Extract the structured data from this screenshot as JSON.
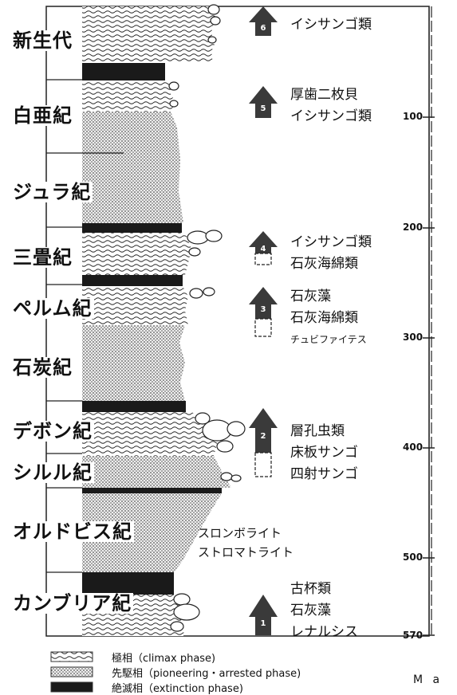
{
  "periods": [
    "新生代",
    "白亜紀",
    "ジュラ紀",
    "三畳紀",
    "ペルム紀",
    "石炭紀",
    "デボン紀",
    "シルル紀",
    "オルドビス紀",
    "カンブリア紀"
  ],
  "events": [
    {
      "number": "6",
      "lines": [
        "イシサンゴ類"
      ]
    },
    {
      "number": "5",
      "lines": [
        "厚歯二枚貝",
        "イシサンゴ類"
      ]
    },
    {
      "number": "4",
      "lines": [
        "イシサンゴ類",
        "石灰海綿類"
      ]
    },
    {
      "number": "3",
      "lines": [
        "石灰藻",
        "石灰海綿類",
        "チュビファイテス"
      ]
    },
    {
      "number": "2",
      "lines": [
        "層孔虫類",
        "床板サンゴ",
        "四射サンゴ"
      ]
    },
    {
      "number": "1",
      "lines": [
        "古杯類",
        "石灰藻",
        "レナルシス"
      ]
    }
  ],
  "middle_note": [
    "スロンボライト",
    "ストロマトライト"
  ],
  "axis": {
    "ticks": [
      "100",
      "200",
      "300",
      "400",
      "500",
      "570"
    ],
    "unit": "M a"
  },
  "legend": [
    {
      "label": "極相（climax phase)",
      "pattern": "wave"
    },
    {
      "label": "先駆相（pioneering・arrested phase)",
      "pattern": "dots"
    },
    {
      "label": "絶滅相（extinction phase)",
      "pattern": "solid"
    }
  ],
  "colors": {
    "ink": "#111111",
    "arrow": "#3a3a3a"
  }
}
